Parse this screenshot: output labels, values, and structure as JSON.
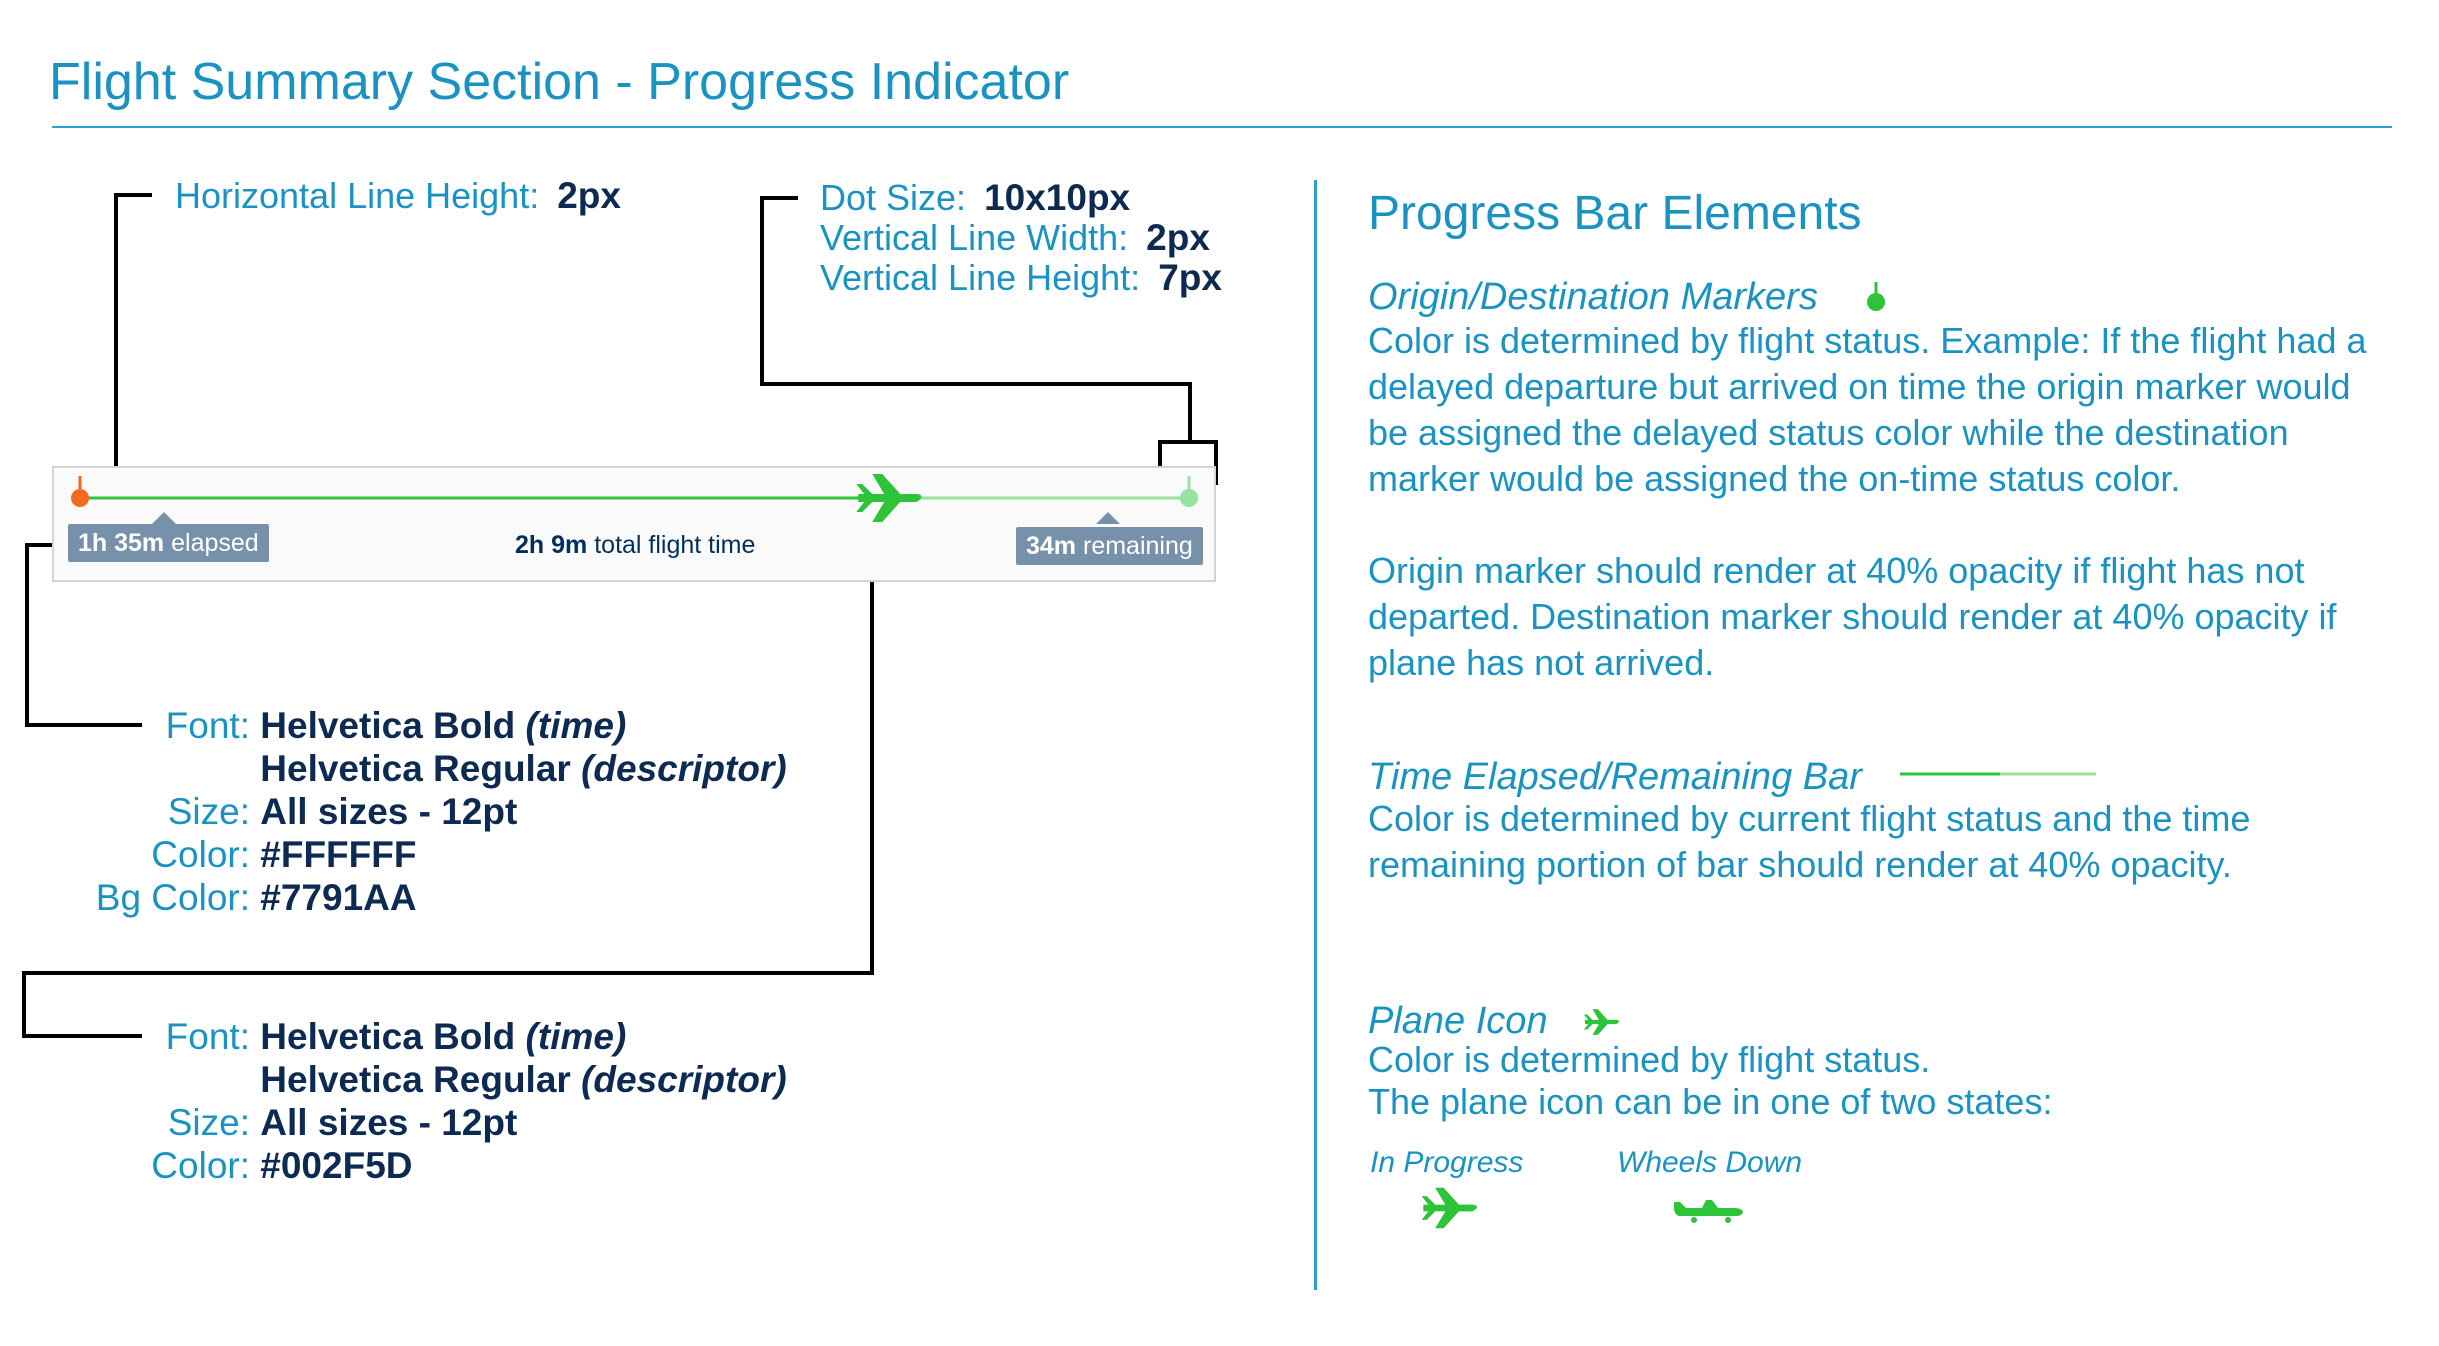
{
  "title": "Flight Summary Section - Progress Indicator",
  "specs": {
    "horizontal_line_height": {
      "label": "Horizontal Line Height:",
      "value": "2px"
    },
    "dot_size": {
      "label": "Dot Size:",
      "value": "10x10px"
    },
    "vertical_line_width": {
      "label": "Vertical Line Width:",
      "value": "2px"
    },
    "vertical_line_height": {
      "label": "Vertical Line Height:",
      "value": "7px"
    }
  },
  "progress_demo": {
    "elapsed": {
      "time": "1h 35m",
      "descriptor": "elapsed"
    },
    "total": {
      "time": "2h 9m",
      "descriptor": "total flight time"
    },
    "remaining": {
      "time": "34m",
      "descriptor": "remaining"
    },
    "elapsed_fraction": 0.736,
    "origin_color": "#F26A21",
    "progress_color": "#2DC43A",
    "remaining_color": "#97E39D",
    "plane_icon": "plane-icon"
  },
  "pill_font_spec": {
    "font_label": "Font:",
    "font_bold": "Helvetica Bold",
    "font_bold_note": "(time)",
    "font_regular": "Helvetica Regular",
    "font_regular_note": "(descriptor)",
    "size_label": "Size:",
    "size_value": "All sizes - 12pt",
    "color_label": "Color:",
    "color_value": "#FFFFFF",
    "bg_label": "Bg Color:",
    "bg_value": "#7791AA"
  },
  "total_font_spec": {
    "font_label": "Font:",
    "font_bold": "Helvetica Bold",
    "font_bold_note": "(time)",
    "font_regular": "Helvetica Regular",
    "font_regular_note": "(descriptor)",
    "size_label": "Size:",
    "size_value": "All sizes - 12pt",
    "color_label": "Color:",
    "color_value": "#002F5D"
  },
  "elements": {
    "title": "Progress Bar Elements",
    "markers": {
      "heading": "Origin/Destination Markers",
      "lines": [
        "Color is determined by flight status. Example: If the flight had a",
        "delayed departure but arrived on time the origin marker would",
        "be assigned the delayed status color while the destination",
        "marker would be assigned the on-time status color."
      ],
      "lines2": [
        "Origin marker should render at 40% opacity if flight has not",
        "departed. Destination marker should render at 40% opacity if",
        "plane has not arrived."
      ]
    },
    "bar": {
      "heading": "Time Elapsed/Remaining Bar",
      "lines": [
        "Color is determined by current flight status and the time",
        "remaining portion of bar should render at 40% opacity."
      ]
    },
    "plane": {
      "heading": "Plane Icon",
      "lines": [
        "Color is determined by flight status.",
        "The plane icon can be in one of two states:"
      ],
      "states": [
        {
          "label": "In Progress",
          "icon": "plane-in-progress-icon"
        },
        {
          "label": "Wheels Down",
          "icon": "plane-wheels-down-icon"
        }
      ]
    }
  }
}
